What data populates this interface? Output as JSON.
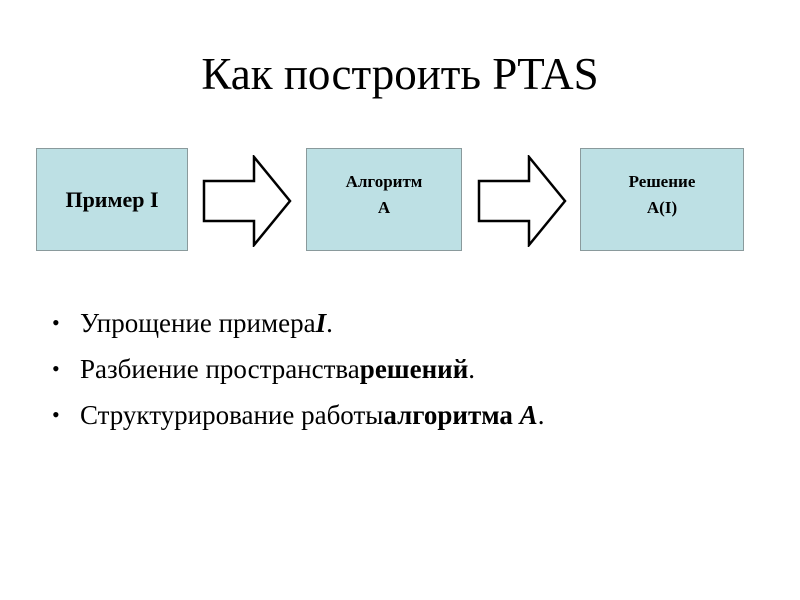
{
  "title": "Как построить PTAS",
  "diagram": {
    "boxes": [
      {
        "label": "Пример I"
      },
      {
        "label_line1": "Алгоритм",
        "label_line2": "A"
      },
      {
        "label_line1": "Решение",
        "label_line2": "A(I)"
      }
    ],
    "box_fill": "#bde0e4"
  },
  "bullets": [
    {
      "text": "Упрощение примера ",
      "bold": "I",
      "end": "."
    },
    {
      "text": "Разбиение пространства ",
      "bold": "решений",
      "end": "."
    },
    {
      "text": "Структурирование работы ",
      "bold": "алгоритма A",
      "end": "."
    }
  ]
}
